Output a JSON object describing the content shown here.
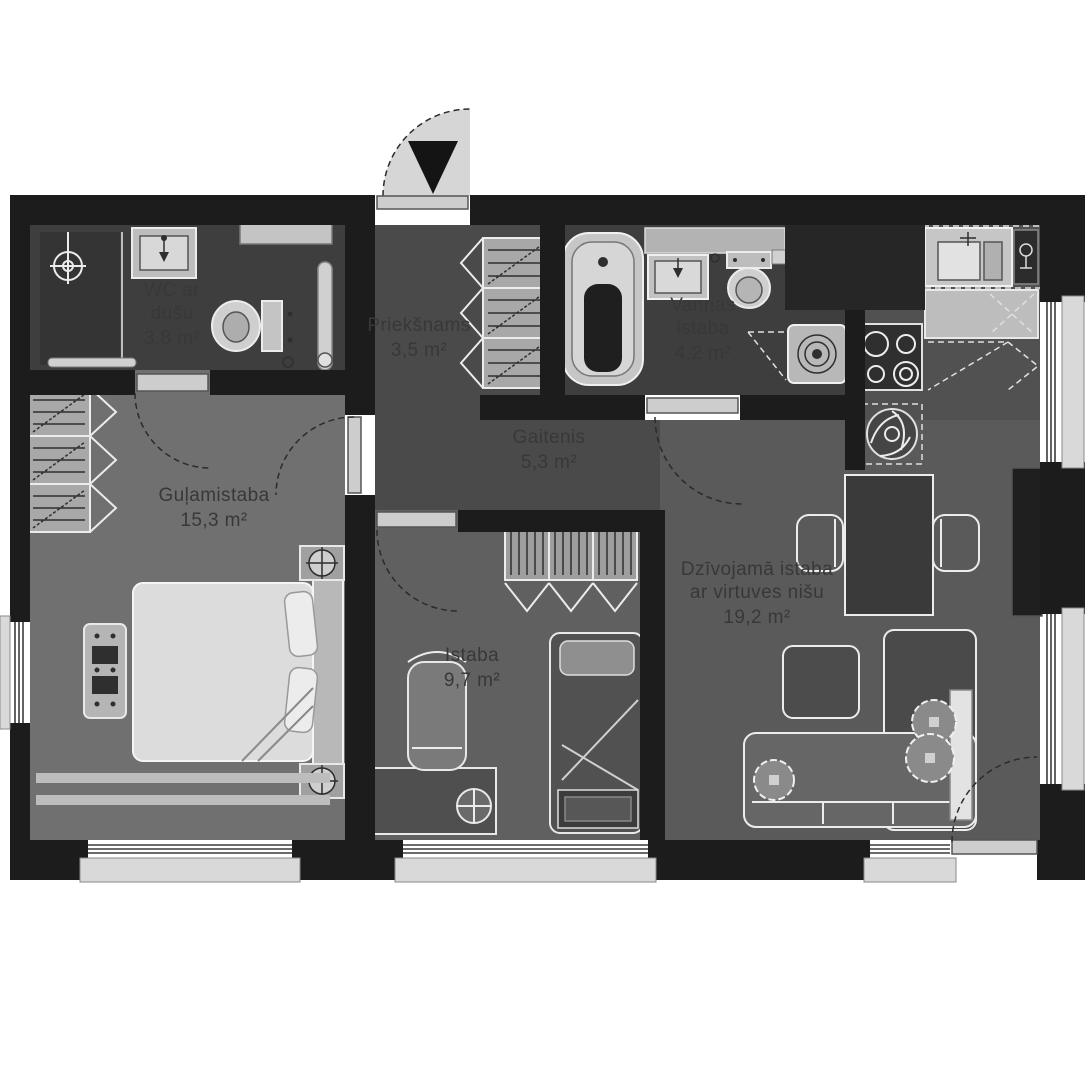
{
  "plan": {
    "type": "apartment-floorplan",
    "rooms": [
      {
        "name": "WC ar dušu",
        "area": "3,8 m²"
      },
      {
        "name": "Priekšnams",
        "area": "3,5 m²"
      },
      {
        "name": "Vannas istaba",
        "area": "4,2 m²"
      },
      {
        "name": "Gaitenis",
        "area": "5,3 m²"
      },
      {
        "name": "Guļamistaba",
        "area": "15,3 m²"
      },
      {
        "name": "Istaba",
        "area": "9,7 m²"
      },
      {
        "name": "Dzīvojamā istaba ar virtuves nišu",
        "area": "19,2 m²"
      }
    ],
    "colors": {
      "wall": "#1c1c1c",
      "floor_dark": "#3e3e3e",
      "floor_mid": "#5a5a5a",
      "floor_light": "#707070",
      "fixture_stroke": "#ececec",
      "sill": "#d9d9d9",
      "label_text": "#383838",
      "entrance_arrow": "#141414",
      "background": "#ffffff"
    }
  }
}
